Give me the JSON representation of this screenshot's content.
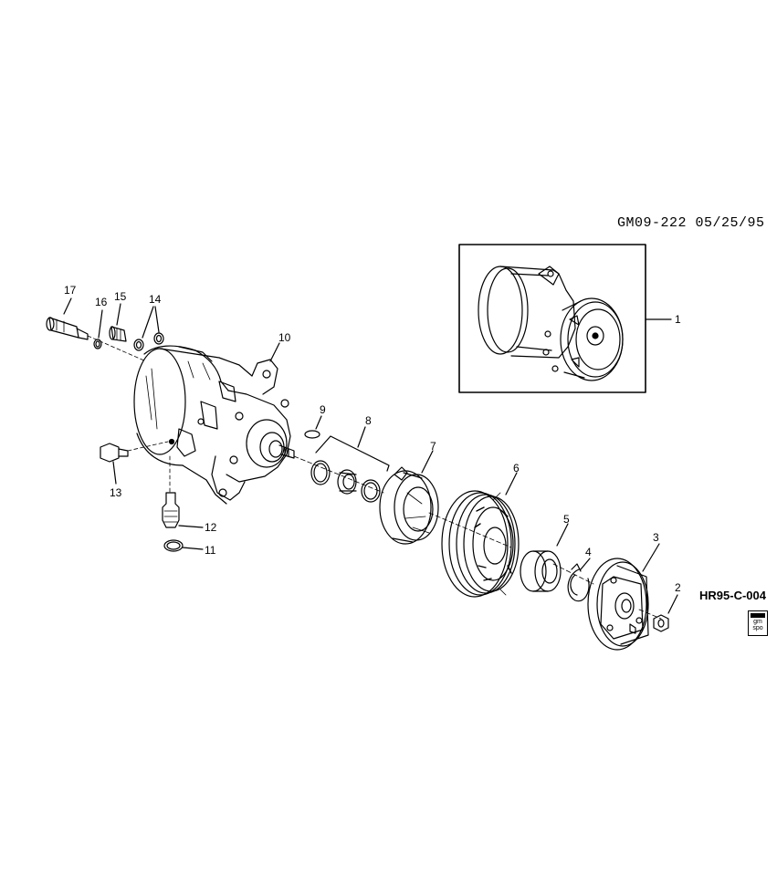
{
  "header": {
    "drawing_code": "GM09-222 05/25/95"
  },
  "figure": {
    "code": "HR95-C-004",
    "logo_text_top": "gm",
    "logo_text_bottom": "spo"
  },
  "callouts": [
    {
      "id": "c1",
      "label": "1"
    },
    {
      "id": "c2",
      "label": "2"
    },
    {
      "id": "c3",
      "label": "3"
    },
    {
      "id": "c4",
      "label": "4"
    },
    {
      "id": "c5",
      "label": "5"
    },
    {
      "id": "c6",
      "label": "6"
    },
    {
      "id": "c7",
      "label": "7"
    },
    {
      "id": "c8",
      "label": "8"
    },
    {
      "id": "c9",
      "label": "9"
    },
    {
      "id": "c10",
      "label": "10"
    },
    {
      "id": "c11",
      "label": "11"
    },
    {
      "id": "c12",
      "label": "12"
    },
    {
      "id": "c13",
      "label": "13"
    },
    {
      "id": "c14",
      "label": "14"
    },
    {
      "id": "c15",
      "label": "15"
    },
    {
      "id": "c16",
      "label": "16"
    },
    {
      "id": "c17",
      "label": "17"
    }
  ]
}
